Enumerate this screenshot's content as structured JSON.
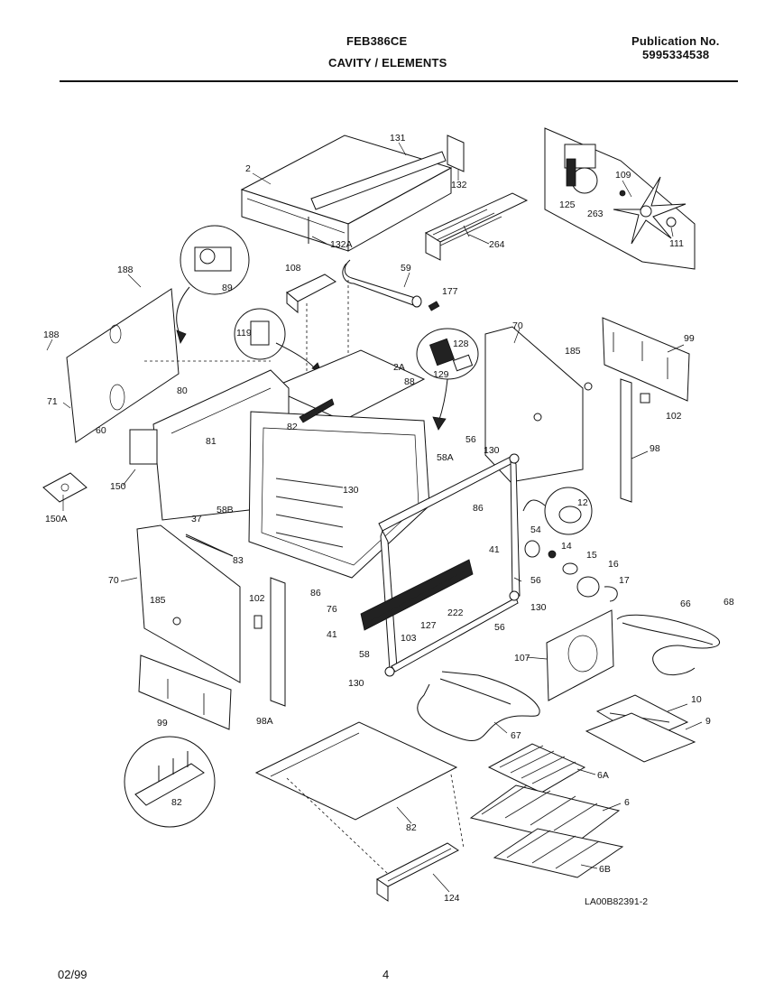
{
  "header": {
    "model": "FEB386CE",
    "section": "CAVITY / ELEMENTS",
    "publication_label": "Publication No.",
    "publication_number": "5995334538"
  },
  "diagram_code": "LA00B82391-2",
  "footer": {
    "date": "02/99",
    "page": "4"
  },
  "callouts": {
    "c2": "2",
    "c131": "131",
    "c132": "132",
    "c132A": "132A",
    "c125": "125",
    "c263": "263",
    "c109": "109",
    "c111": "111",
    "c264": "264",
    "c188a": "188",
    "c89": "89",
    "c108": "108",
    "c59": "59",
    "c177": "177",
    "c188b": "188",
    "c119": "119",
    "c70a": "70",
    "c128": "128",
    "c129": "129",
    "c185a": "185",
    "c99a": "99",
    "c71": "71",
    "c80a": "80",
    "c2A": "2A",
    "c88": "88",
    "c102a": "102",
    "c60": "60",
    "c82a": "82",
    "c81": "81",
    "c58A": "58A",
    "c56a": "56",
    "c130a": "130",
    "c98": "98",
    "c150": "150",
    "c150A": "150A",
    "c58B": "58B",
    "c130b": "130",
    "c86a": "86",
    "c12": "12",
    "c37": "37",
    "c54": "54",
    "c41a": "41",
    "c14": "14",
    "c15": "15",
    "c16": "16",
    "c70b": "70",
    "c83": "83",
    "c56b": "56",
    "c17": "17",
    "c185b": "185",
    "c102b": "102",
    "c86b": "86",
    "c76": "76",
    "c130c": "130",
    "c66": "66",
    "c68": "68",
    "c222": "222",
    "c41b": "41",
    "c127": "127",
    "c103": "103",
    "c56c": "56",
    "c58": "58",
    "c107": "107",
    "c130d": "130",
    "c10": "10",
    "c9": "9",
    "c99b": "99",
    "c98A": "98A",
    "c67": "67",
    "c6A": "6A",
    "c6": "6",
    "c82b": "82",
    "c82c": "82",
    "c6B": "6B",
    "c124": "124"
  }
}
